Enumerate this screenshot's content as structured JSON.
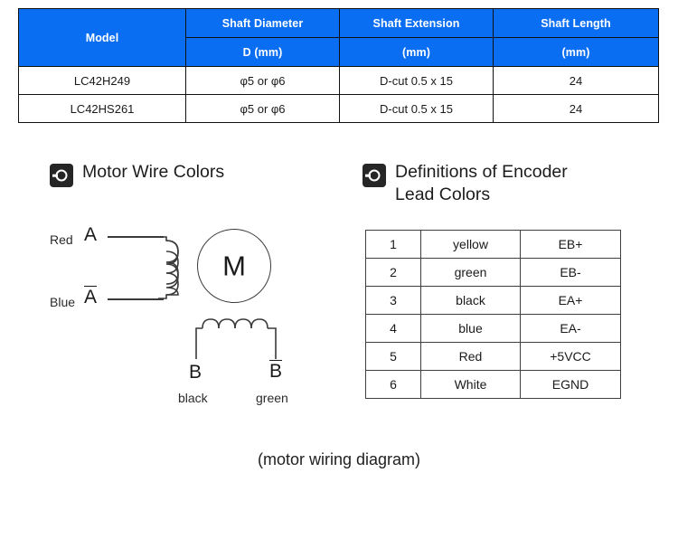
{
  "spec_table": {
    "headers_row1": [
      "Model",
      "Shaft Diameter",
      "Shaft Extension",
      "Shaft Length"
    ],
    "headers_row2": [
      "D (mm)",
      "(mm)",
      "(mm)"
    ],
    "header_bg": "#0a6ef2",
    "header_fg": "#ffffff",
    "rows": [
      {
        "model": "LC42H249",
        "diameter": "φ5 or φ6",
        "extension": "D-cut 0.5 x 15",
        "length": "24"
      },
      {
        "model": "LC42HS261",
        "diameter": "φ5 or φ6",
        "extension": "D-cut 0.5 x 15",
        "length": "24"
      }
    ]
  },
  "motor_section": {
    "icon": "target-ring-icon",
    "title": "Motor Wire Colors",
    "diagram": {
      "phase_a": {
        "wire_color_label": "Red",
        "terminal": "A"
      },
      "phase_a_bar": {
        "wire_color_label": "Blue",
        "terminal": "A"
      },
      "phase_b": {
        "terminal": "B",
        "wire_color_label": "black"
      },
      "phase_b_bar": {
        "terminal": "B",
        "wire_color_label": "green"
      },
      "motor_symbol": "M"
    },
    "caption": "(motor wiring diagram)"
  },
  "encoder_section": {
    "icon": "target-ring-icon",
    "title": "Definitions of Encoder\nLead Colors",
    "table": {
      "rows": [
        {
          "pin": "1",
          "color": "yellow",
          "signal": "EB+"
        },
        {
          "pin": "2",
          "color": "green",
          "signal": "EB-"
        },
        {
          "pin": "3",
          "color": "black",
          "signal": "EA+"
        },
        {
          "pin": "4",
          "color": "blue",
          "signal": "EA-"
        },
        {
          "pin": "5",
          "color": "Red",
          "signal": "+5VCC"
        },
        {
          "pin": "6",
          "color": "White",
          "signal": "EGND"
        }
      ]
    }
  }
}
